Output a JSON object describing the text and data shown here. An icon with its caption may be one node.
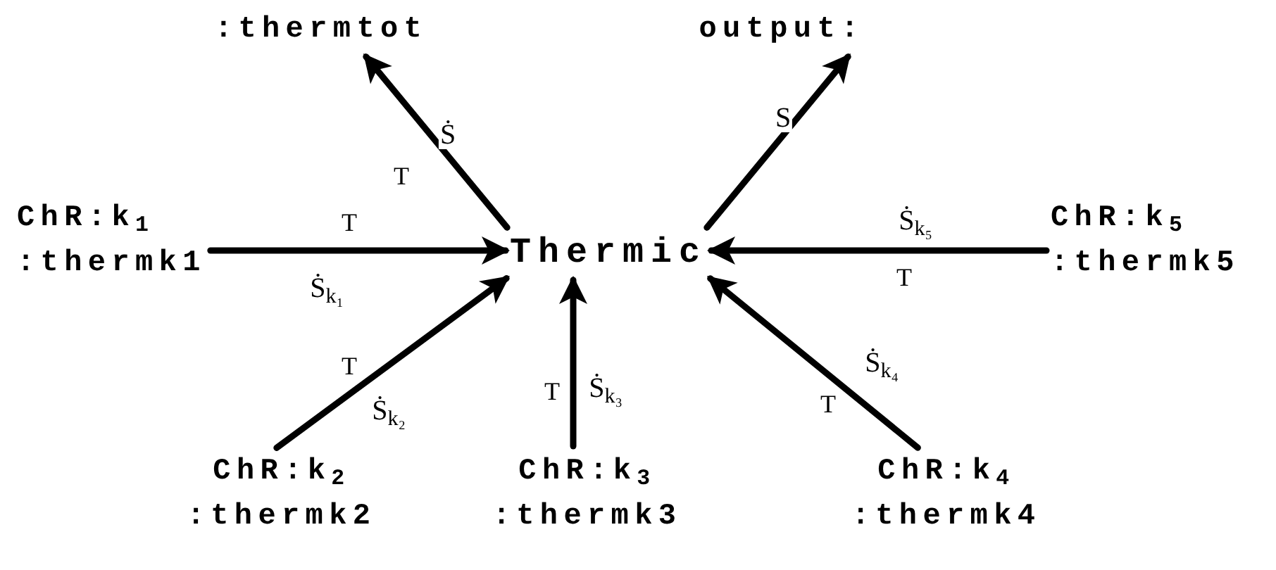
{
  "diagram": {
    "nodes": [
      {
        "text": [
          "Thermic"
        ]
      },
      {
        "text": [
          ":thermtot"
        ]
      },
      {
        "text": [
          "output:"
        ]
      },
      {
        "text": [
          "ChR:k$_{1}$",
          ":thermk1"
        ]
      },
      {
        "text": [
          "ChR:k$_{5}$",
          ":thermk5"
        ]
      },
      {
        "text": [
          "ChR:k$_{2}$",
          ":thermk2"
        ]
      },
      {
        "text": [
          "ChR:k$_{3}$",
          ":thermk3"
        ]
      },
      {
        "text": [
          "ChR:k$_{4}$",
          ":thermk4"
        ]
      }
    ],
    "edges": [
      {
        "from": 0,
        "to": 1,
        "arrow": "to",
        "label": "Ṡ"
      },
      {
        "from": 0,
        "to": 2,
        "arrow": "to",
        "label": "S"
      },
      {
        "from": 3,
        "to": 0,
        "arrow": "to",
        "label": "Ṡ$_{k₁}$"
      },
      {
        "from": 4,
        "to": 0,
        "arrow": "to",
        "label": "Ṡ$_{k₅}$"
      },
      {
        "from": 5,
        "to": 0,
        "arrow": "to",
        "label": "Ṡ$_{k₂}$"
      },
      {
        "from": 6,
        "to": 0,
        "arrow": "to",
        "label": "Ṡ$_{k₃}$"
      },
      {
        "from": 7,
        "to": 0,
        "arrow": "to",
        "label": "Ṡ$_{k₄}$"
      }
    ],
    "labels": [
      "T",
      "T",
      "T",
      "T",
      "T",
      "T"
    ]
  }
}
